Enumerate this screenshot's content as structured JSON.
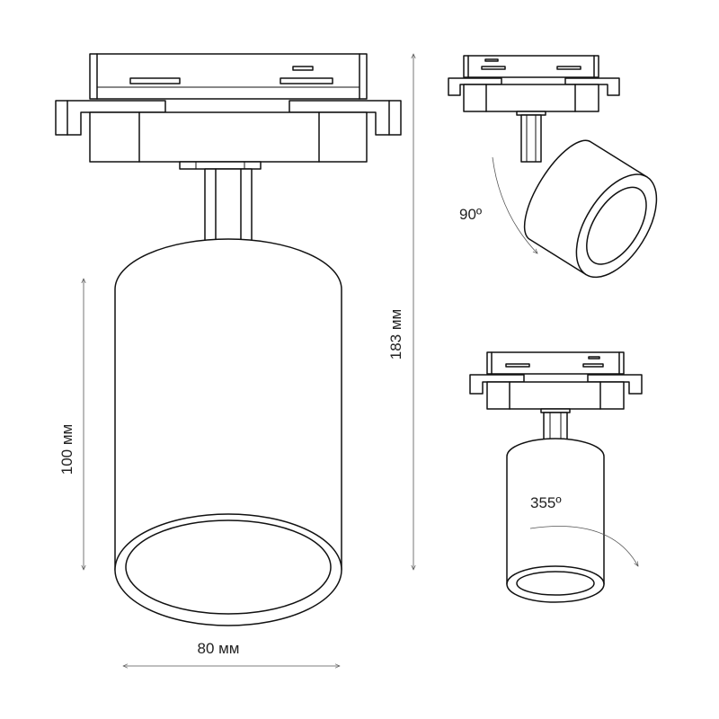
{
  "dimensions": {
    "height_total": "183 мм",
    "height_body": "100 мм",
    "width": "80 мм"
  },
  "rotations": {
    "tilt": "90º",
    "swivel": "355º"
  }
}
